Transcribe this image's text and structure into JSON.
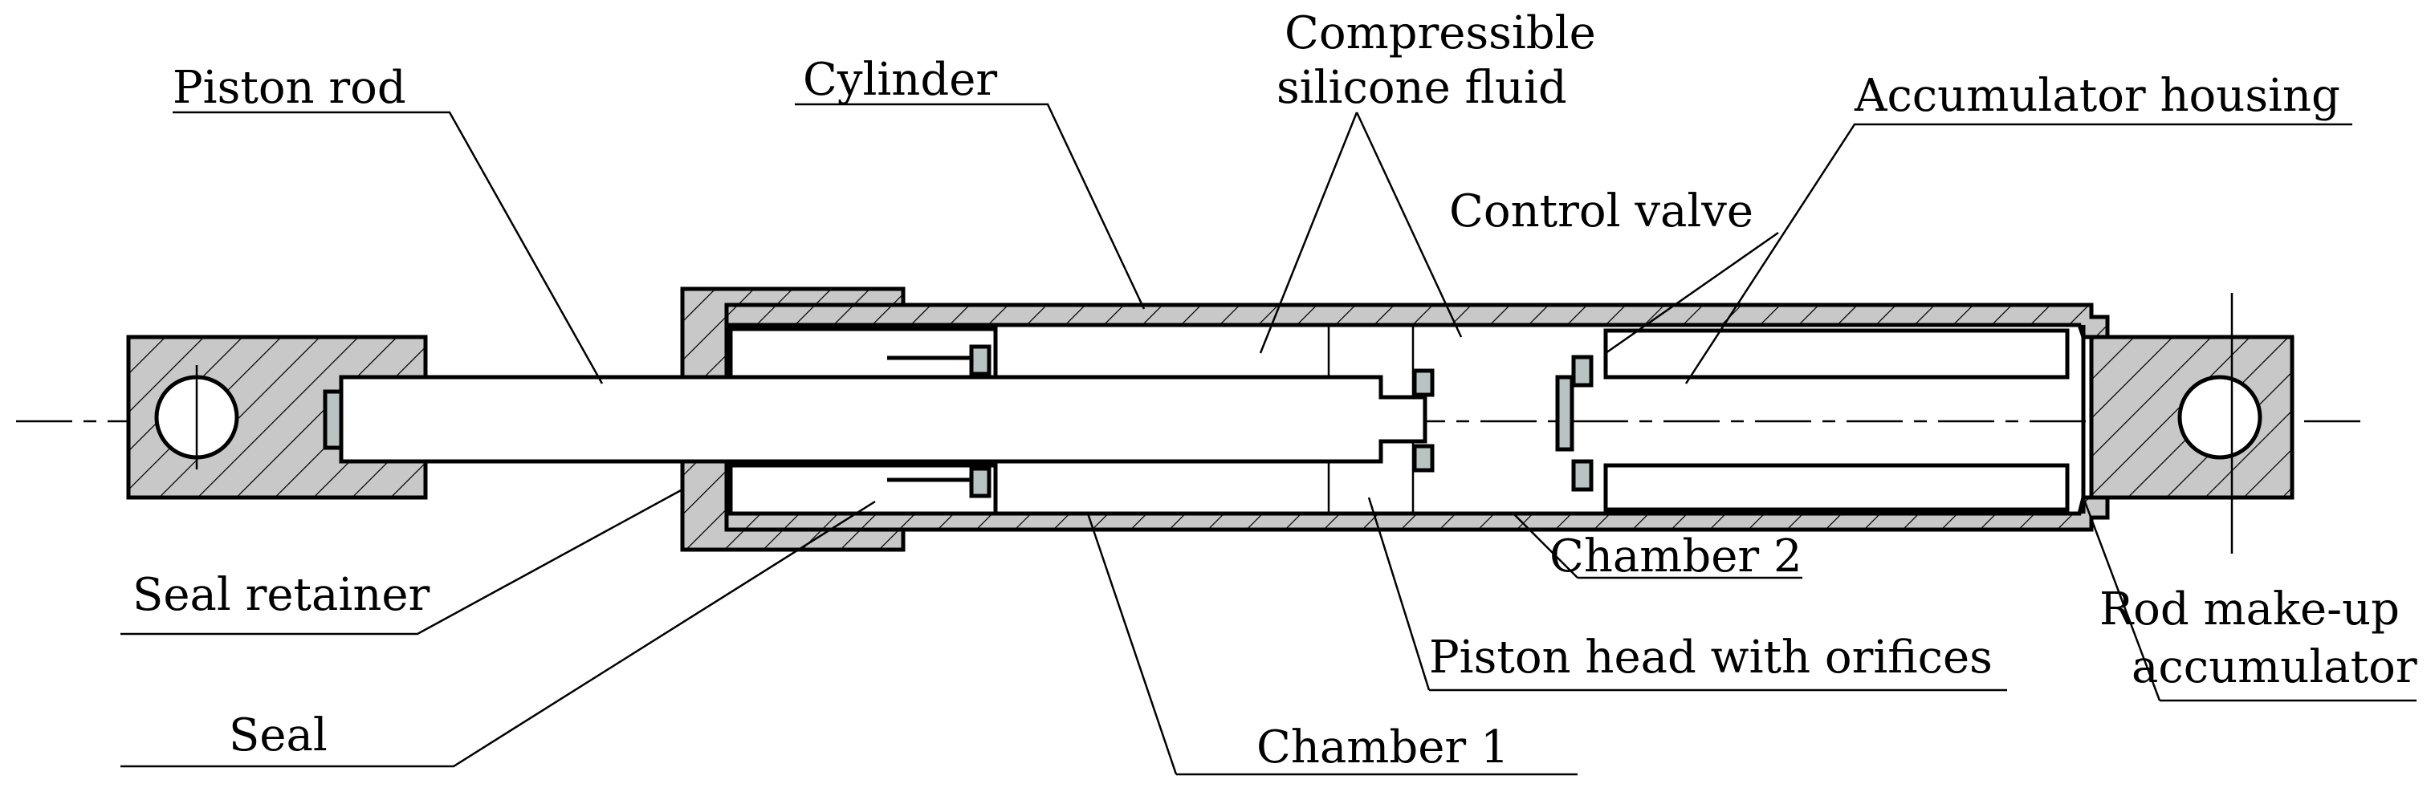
{
  "labels": {
    "piston_rod": "Piston rod",
    "cylinder": "Cylinder",
    "fluid_line1": "Compressible",
    "fluid_line2": "silicone fluid",
    "accumulator_housing": "Accumulator housing",
    "control_valve": "Control valve",
    "seal_retainer": "Seal retainer",
    "seal": "Seal",
    "chamber_1": "Chamber 1",
    "chamber_2": "Chamber 2",
    "piston_head": "Piston head with orifices",
    "rod_makeup_line1": "Rod make-up",
    "rod_makeup_line2": "accumulator"
  },
  "colors": {
    "section_fill": "#c8c8c8",
    "seal_fill": "#b8c4c4",
    "line": "#000000"
  }
}
